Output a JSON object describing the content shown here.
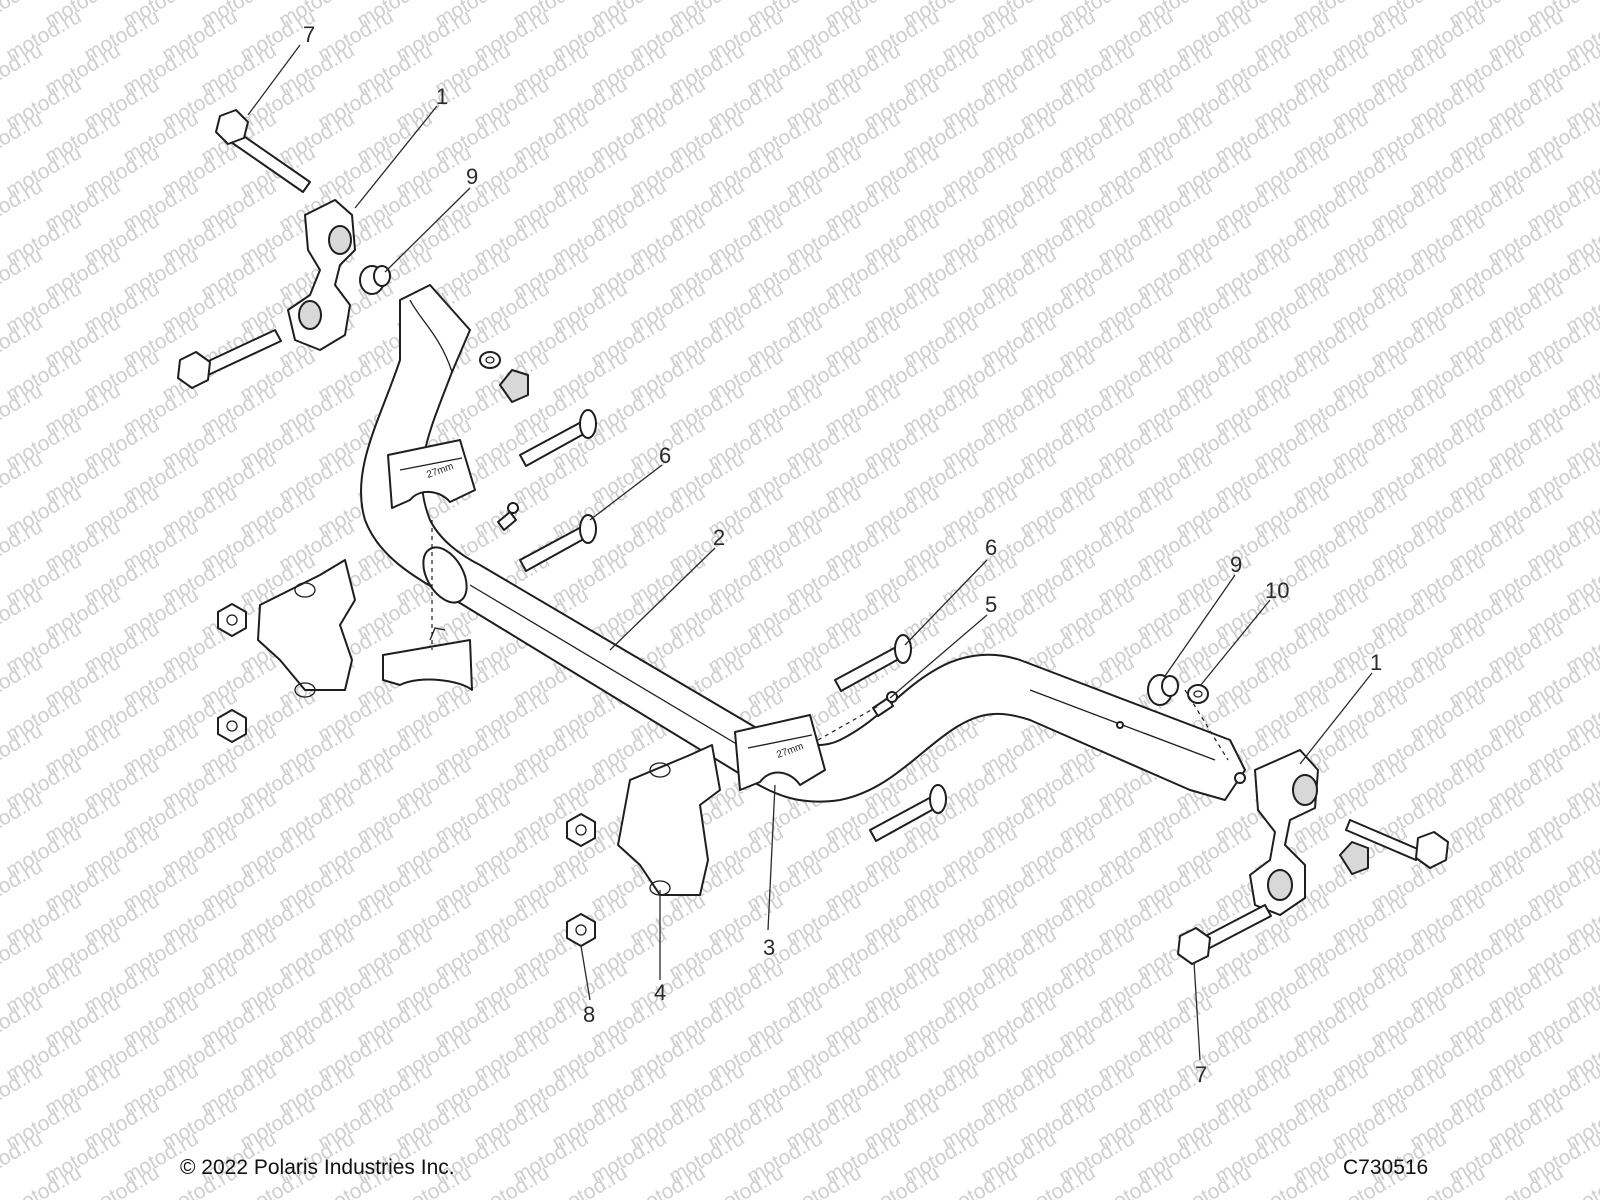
{
  "watermark_text": "motod.ru",
  "callouts": [
    {
      "id": "c7a",
      "label": "7"
    },
    {
      "id": "c1a",
      "label": "1"
    },
    {
      "id": "c9a",
      "label": "9"
    },
    {
      "id": "c6a",
      "label": "6"
    },
    {
      "id": "c2",
      "label": "2"
    },
    {
      "id": "c6b",
      "label": "6"
    },
    {
      "id": "c5",
      "label": "5"
    },
    {
      "id": "c9b",
      "label": "9"
    },
    {
      "id": "c10",
      "label": "10"
    },
    {
      "id": "c1b",
      "label": "1"
    },
    {
      "id": "c3",
      "label": "3"
    },
    {
      "id": "c4",
      "label": "4"
    },
    {
      "id": "c8",
      "label": "8"
    },
    {
      "id": "c7b",
      "label": "7"
    }
  ],
  "bushing_marking": "27mm",
  "footer": {
    "copyright": "© 2022 Polaris Industries Inc.",
    "drawing_number": "C730516"
  },
  "colors": {
    "line": "#1e1e1e",
    "watermark": "#cfcfcf",
    "shade": "#d8d8d8"
  }
}
